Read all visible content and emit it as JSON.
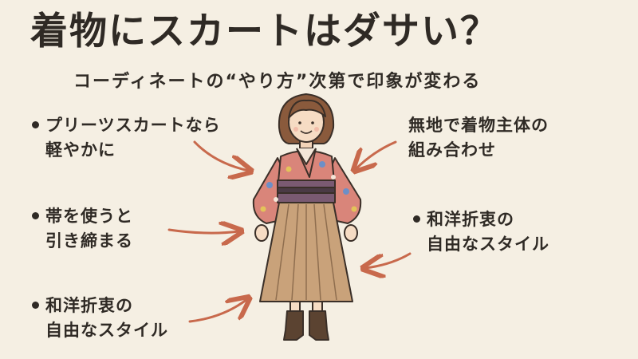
{
  "header": {
    "title": "着物にスカートはダサい？",
    "subtitle": "コーディネートの“やり方”次第で印象が変わる"
  },
  "notes": {
    "left_top": {
      "line1": "プリーツスカートなら",
      "line2": "軽やかに"
    },
    "left_mid": {
      "line1": "帯を使うと",
      "line2": "引き締まる"
    },
    "left_bottom": {
      "line1": "和洋折衷の",
      "line2": "自由なスタイル"
    },
    "right_top": {
      "line1": "無地で着物主体の",
      "line2": "組み合わせ"
    },
    "right_mid": {
      "line1": "和洋折衷の",
      "line2": "自由なスタイル"
    }
  },
  "colors": {
    "background": "#f5efe3",
    "text": "#2f2a25",
    "arrow": "#c8694c",
    "kimono": "#d9857a",
    "obi": "#7a5a72",
    "skirt": "#c9a27a"
  }
}
